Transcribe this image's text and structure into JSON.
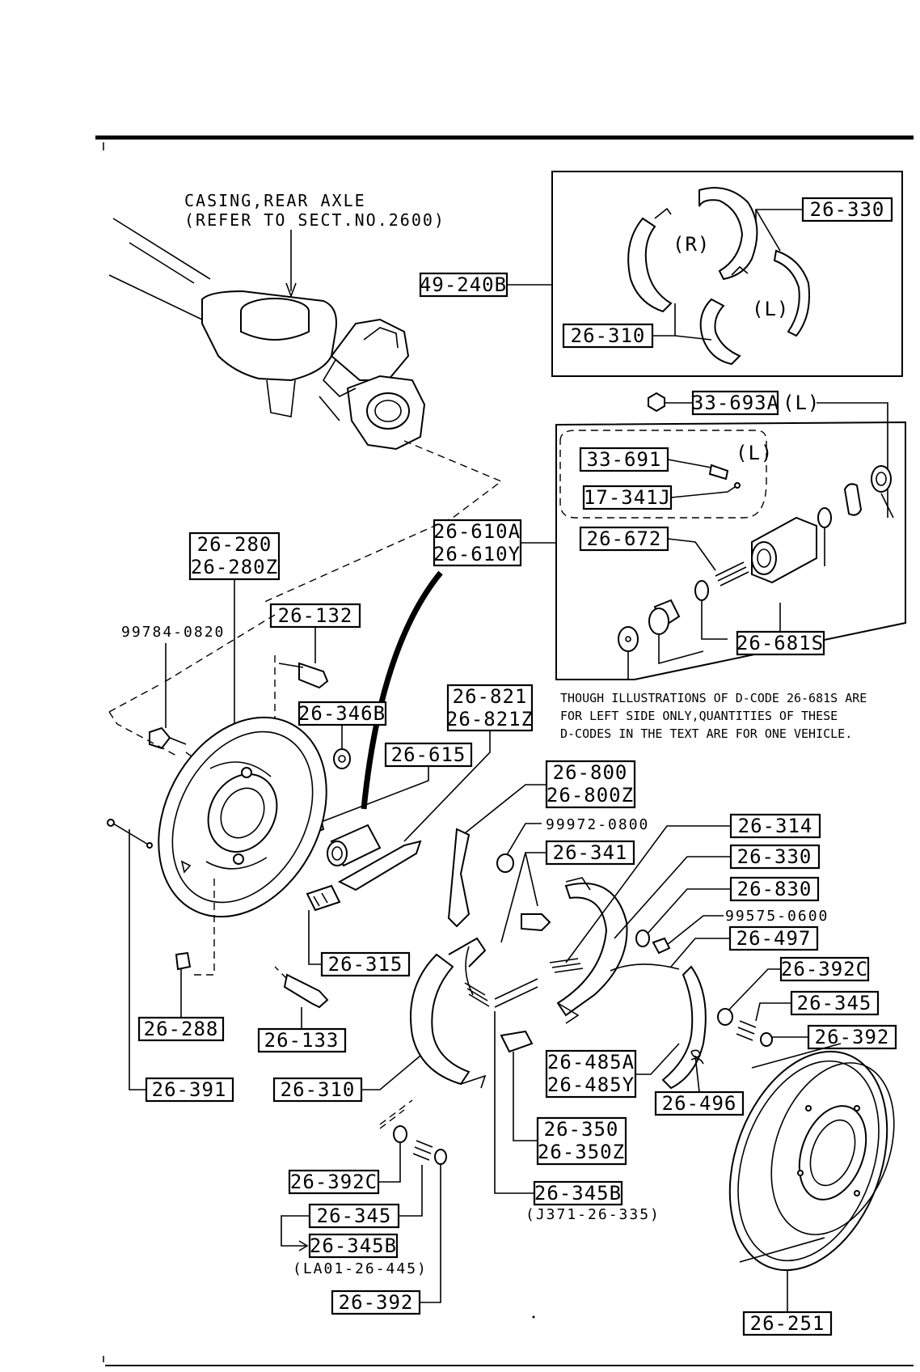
{
  "header": {
    "casing_line1": "CASING,REAR AXLE",
    "casing_line2": "(REFER TO SECT.NO.2600)"
  },
  "note": {
    "line1": "THOUGH ILLUSTRATIONS OF D-CODE 26-681S ARE",
    "line2": "FOR LEFT SIDE ONLY,QUANTITIES OF THESE",
    "line3": "D-CODES IN  THE TEXT ARE FOR ONE VEHICLE."
  },
  "side_marks": {
    "r": "(R)",
    "l": "(L)",
    "l_detail": "(L)",
    "l_fitting": "(L)"
  },
  "labels": {
    "p26_330_top": "26-330",
    "p49_240b": "49-240B",
    "p26_310_top": "26-310",
    "p33_693a": "33-693A",
    "p33_691": "33-691",
    "p17_341j": "17-341J",
    "p26_672": "26-672",
    "p26_681s": "26-681S",
    "p26_610a": "26-610A",
    "p26_610y": "26-610Y",
    "p26_280": "26-280",
    "p26_280z": "26-280Z",
    "p26_132": "26-132",
    "p26_346b": "26-346B",
    "p26_615": "26-615",
    "p26_821": "26-821",
    "p26_821z": "26-821Z",
    "p26_800": "26-800",
    "p26_800z": "26-800Z",
    "p26_341": "26-341",
    "p26_314": "26-314",
    "p26_330_mid": "26-330",
    "p26_830": "26-830",
    "p26_497": "26-497",
    "p26_392c_right": "26-392C",
    "p26_345_right": "26-345",
    "p26_392_right": "26-392",
    "p26_315": "26-315",
    "p26_288": "26-288",
    "p26_133": "26-133",
    "p26_391": "26-391",
    "p26_310_mid": "26-310",
    "p26_485a": "26-485A",
    "p26_485y": "26-485Y",
    "p26_496": "26-496",
    "p26_350": "26-350",
    "p26_350z": "26-350Z",
    "p26_345b_mid": "26-345B",
    "p26_392c_left": "26-392C",
    "p26_345_left": "26-345",
    "p26_345b_left": "26-345B",
    "p26_392_left": "26-392",
    "p26_251": "26-251"
  },
  "plain_codes": {
    "p99784": "99784-0820",
    "p99972": "99972-0800",
    "p99575": "99575-0600"
  },
  "refs": {
    "j371": "(J371-26-335)",
    "la01": "(LA01-26-445)"
  }
}
